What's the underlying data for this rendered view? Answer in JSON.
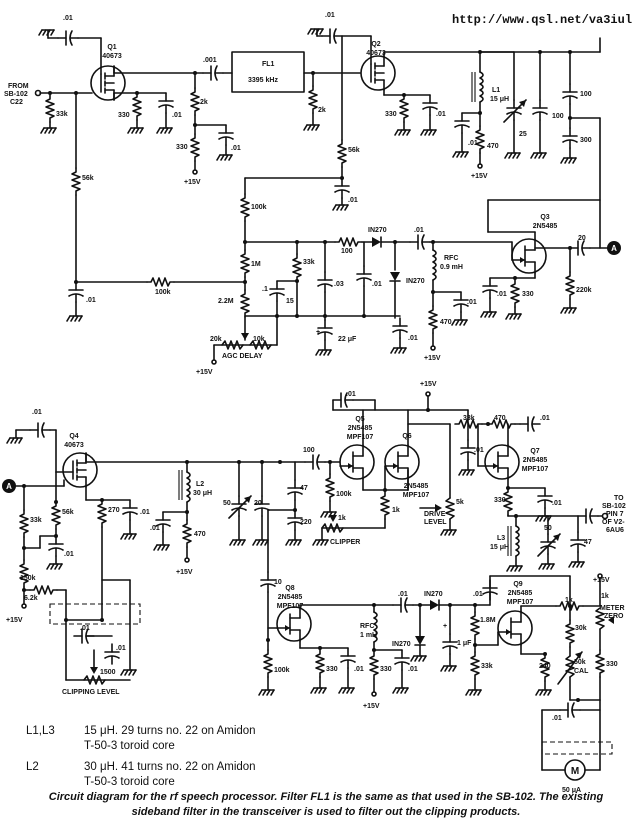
{
  "header": {
    "url": "http://www.qsl.net/va3iul"
  },
  "transistors": [
    {
      "id": "q1",
      "label": "Q1",
      "part": "40673"
    },
    {
      "id": "q2",
      "label": "Q2",
      "part": "40673"
    },
    {
      "id": "q3",
      "label": "Q3",
      "part": "2N5485"
    },
    {
      "id": "q4",
      "label": "Q4",
      "part": "40673"
    },
    {
      "id": "q5",
      "label": "Q5",
      "part": "2N5485",
      "alt": "MPF107"
    },
    {
      "id": "q6",
      "label": "Q6",
      "part": "2N5485",
      "alt": "MPF107"
    },
    {
      "id": "q7",
      "label": "Q7",
      "part": "2N5485",
      "alt": "MPF107"
    },
    {
      "id": "q8",
      "label": "Q8",
      "part": "2N5485",
      "alt": "MPF107"
    },
    {
      "id": "q9",
      "label": "Q9",
      "part": "2N5485",
      "alt": "MPF107"
    }
  ],
  "filter": {
    "label": "FL1",
    "freq": "3395 kHz"
  },
  "labels": {
    "from": "FROM",
    "sb102": "SB-102",
    "c22": "C22",
    "c01": ".01",
    "c001": ".001",
    "r33k": "33k",
    "r330": "330",
    "r2k": "2k",
    "r56k": "56k",
    "r100k": "100k",
    "r1m": "1M",
    "r22m": "2.2M",
    "r220k": "220k",
    "r470": "470",
    "r100": "100",
    "r20k": "20k",
    "r10k": "10k",
    "r150k": "150k",
    "r62k": "6.2k",
    "r270": "270",
    "r1500": "1500",
    "r5k": "5k",
    "r1k": "1k",
    "r30k": "30k",
    "r240": "240",
    "r50k": "50k",
    "r18m": "1.8M",
    "r1kpot": "1k",
    "c15": "15",
    "c03": ".03",
    "c22uf": "22 μF",
    "c20": "20",
    "c47": "47",
    "c220": "220",
    "c10": "10",
    "c1uf": "1 μF",
    "c25": "25",
    "c50": "50",
    "c300": "300",
    "cap100": "100",
    "l1": "L1",
    "l1val": "15 μH",
    "l2": "L2",
    "l2val": "30 μH",
    "l3": "L3",
    "l3val": "15 μH",
    "rfc": "RFC",
    "rfc09": "0.9 mH",
    "rfc1": "1 mH",
    "diode": "IN270",
    "plus15": "+15V",
    "agc": "AGC DELAY",
    "clipper": "CLIPPER",
    "drive": "DRIVE",
    "level": "LEVEL",
    "clipping": "CLIPPING LEVEL",
    "cal": "CAL",
    "meter": "METER",
    "zero": "ZERO",
    "m": "M",
    "ua": "50 μA",
    "connA": "A",
    "to": "TO",
    "sb102b": "SB-102",
    "pin7": "PIN 7",
    "ofv2": "OF V2-",
    "tube": "6AU6"
  },
  "notes": [
    {
      "coil": "L1,L3",
      "desc": "15 μH. 29 turns no. 22 on Amidon",
      "core": "T-50-3 toroid core"
    },
    {
      "coil": "L2",
      "desc": "30 μH. 41 turns no. 22 on Amidon",
      "core": "T-50-3 toroid core"
    }
  ],
  "caption": "Circuit diagram for the rf speech processor. Filter FL1 is the same as that used in the SB-102. The existing sideband filter in the transceiver is used to filter out the clipping products."
}
